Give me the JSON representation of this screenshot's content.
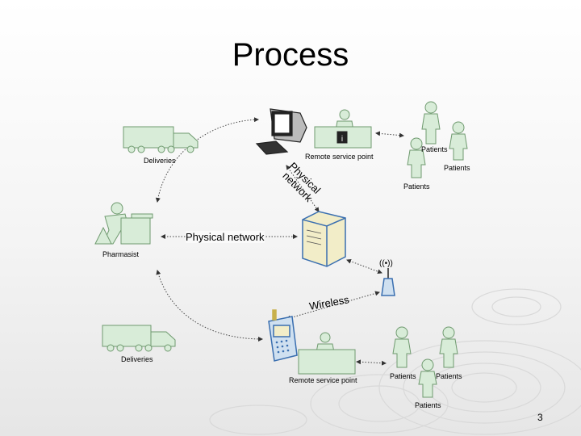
{
  "slide": {
    "title": "Process",
    "page_number": "3"
  },
  "labels": {
    "deliveries_top": "Deliveries",
    "deliveries_bottom": "Deliveries",
    "remote_service_point_top": "Remote service point",
    "remote_service_point_bottom": "Remote service point",
    "pharmacist": "Pharmasist",
    "physical_network": "Physical network",
    "physical_network_rotated_1": "Physical",
    "physical_network_rotated_2": "network",
    "wireless": "Wireless",
    "antenna_signal": "((•))",
    "patients_top_1": "Patients",
    "patients_top_2": "Patients",
    "patients_top_3": "Patients",
    "patients_bottom_1": "Patients",
    "patients_bottom_2": "Patients",
    "patients_bottom_3": "Patients"
  },
  "colors": {
    "figure_fill": "#d8ecd8",
    "figure_stroke": "#6f9a6f",
    "server_fill": "#f2edc8",
    "phone_fill": "#cfe0f0",
    "background_swirl": "#dcdcdc"
  }
}
